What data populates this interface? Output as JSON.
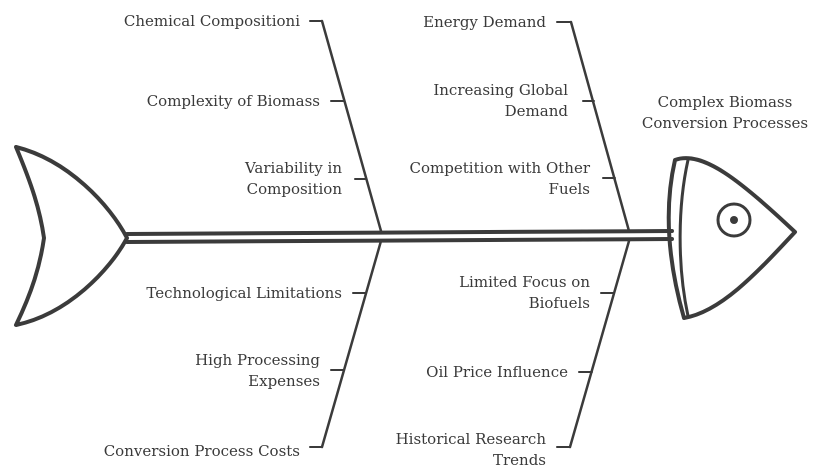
{
  "head_label": "Complex Biomass\nConversion Processes",
  "causes": {
    "c1": {
      "items": [
        "Chemical Compositioni",
        "Complexity of Biomass",
        "Variability in\nComposition"
      ]
    },
    "c2": {
      "items": [
        "Energy Demand",
        "Increasing Global\nDemand",
        "Competition with Other\nFuels"
      ]
    },
    "c3": {
      "items": [
        "Technological Limitations",
        "High Processing\nExpenses",
        "Conversion Process Costs"
      ]
    },
    "c4": {
      "items": [
        "Limited Focus on\nBiofuels",
        "Oil Price Influence",
        "Historical Research\nTrends"
      ]
    }
  }
}
